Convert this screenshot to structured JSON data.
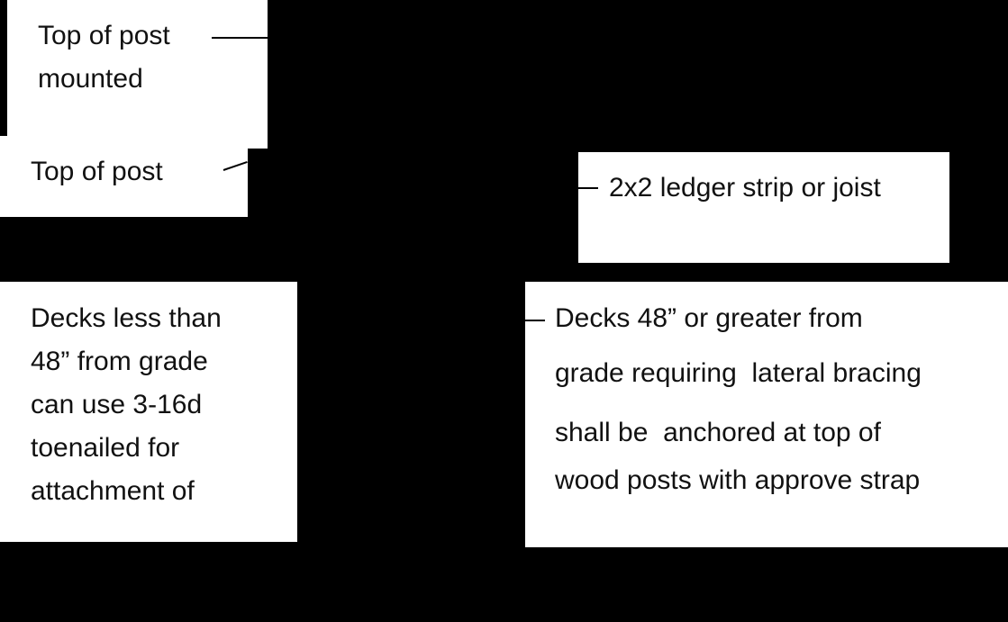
{
  "diagram": {
    "background_color": "#000000",
    "box_color": "#ffffff",
    "text_color": "#111111",
    "callouts": {
      "top_of_post_mounted": {
        "lines": [
          "Top of post",
          "mounted"
        ]
      },
      "top_of_post": {
        "lines": [
          "Top of post"
        ]
      },
      "decks_less_than_48": {
        "lines": [
          "Decks less than",
          "48” from grade",
          "can use 3-16d",
          "toenailed for",
          "attachment of"
        ]
      },
      "ledger_strip": {
        "lines": [
          "2x2 ledger strip or joist"
        ]
      },
      "decks_48_or_greater": {
        "lines": [
          "Decks 48” or greater from",
          "grade requiring  lateral bracing",
          "shall be  anchored at top of",
          "wood posts with approve strap"
        ]
      }
    }
  }
}
